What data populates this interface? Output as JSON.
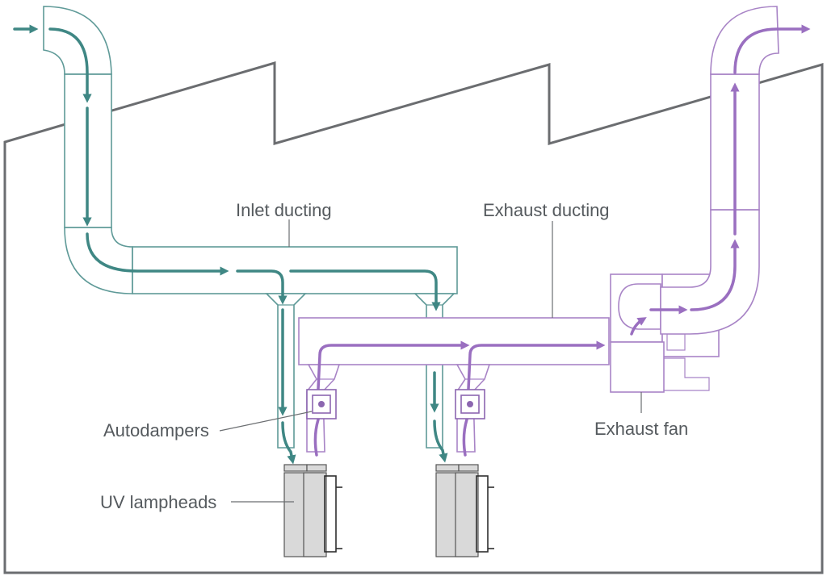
{
  "labels": {
    "inlet": "Inlet ducting",
    "exhaust": "Exhaust ducting",
    "autodampers": "Autodampers",
    "uv": "UV lampheads",
    "fan": "Exhaust fan"
  },
  "colors": {
    "inlet": "#5f9a98",
    "inlet_arrow": "#3f8784",
    "exhaust": "#a884c6",
    "exhaust_arrow": "#9a6fc0",
    "building": "#6b6d70",
    "text": "#555a5e"
  }
}
